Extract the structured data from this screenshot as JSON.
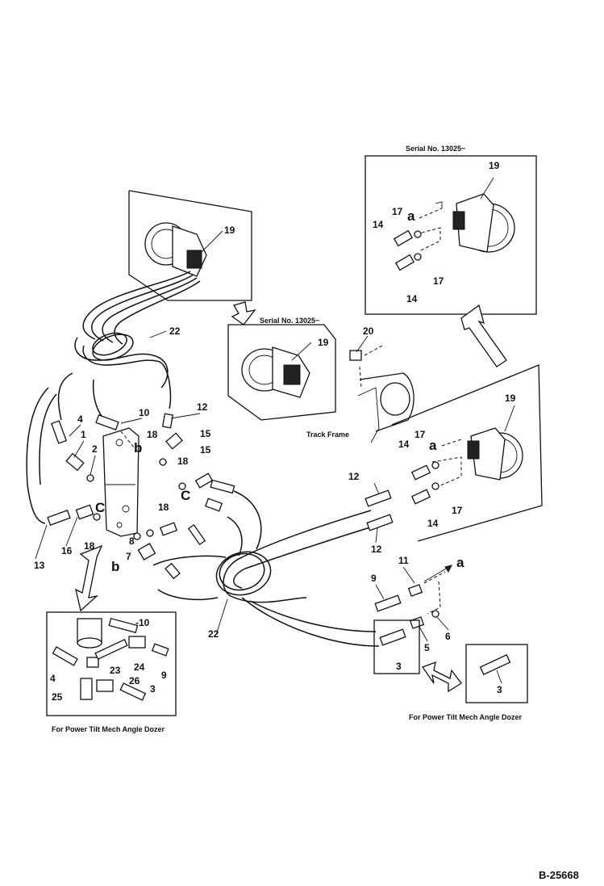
{
  "labels": {
    "serial_top_right": "Serial No. 13025~",
    "serial_middle": "Serial No. 13025~",
    "track_frame": "Track Frame",
    "caption_left": "For Power Tilt Mech Angle Dozer",
    "caption_right": "For Power Tilt Mech Angle Dozer",
    "drawing_code": "B-25668"
  },
  "letters": {
    "a": "a",
    "b": "b",
    "c": "C"
  },
  "parts": {
    "p1": "1",
    "p2": "2",
    "p3": "3",
    "p4": "4",
    "p5": "5",
    "p6": "6",
    "p7": "7",
    "p8": "8",
    "p9": "9",
    "p10": "10",
    "p10neg": "-10",
    "p11": "11",
    "p12": "12",
    "p13": "13",
    "p14": "14",
    "p15": "15",
    "p16": "16",
    "p17": "17",
    "p18": "18",
    "p19": "19",
    "p20": "20",
    "p22": "22",
    "p23": "23",
    "p24": "24",
    "p25": "25",
    "p26": "26"
  }
}
